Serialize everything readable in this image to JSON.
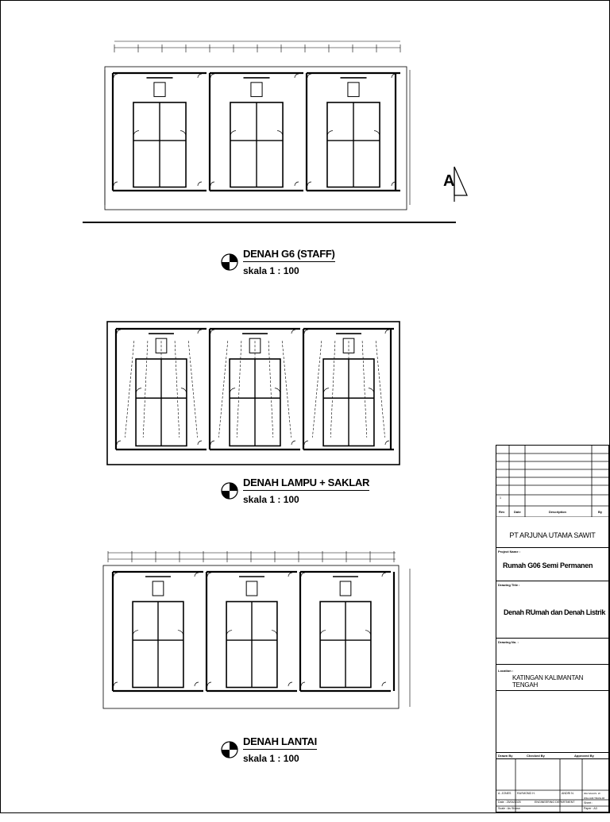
{
  "drawings": [
    {
      "title": "DENAH G6 (STAFF)",
      "scale": "skala 1 : 100"
    },
    {
      "title": "DENAH LAMPU + SAKLAR",
      "scale": "skala 1 : 100"
    },
    {
      "title": "DENAH LANTAI",
      "scale": "skala 1 : 100"
    }
  ],
  "section_marker": "A",
  "title_block": {
    "rev_number": "1",
    "rev_headers": {
      "no": "Rev",
      "date": "Date",
      "description": "Description",
      "by": "By"
    },
    "company": "PT ARJUNA UTAMA SAWIT",
    "project_label": "Project Name :",
    "project": "Rumah G06 Semi Permanen",
    "drawing_title_label": "Drawing Title :",
    "drawing_title": "Denah RUmah dan Denah Listrik",
    "drawing_no_label": "Drawing No. :",
    "location_label": "Location :",
    "location": "KATINGAN KALIMANTAN TENGAH",
    "drawn_by_label": "Drawn By",
    "checked_by_label": "Checked By",
    "approved_by_label": "Approved By",
    "drawn_by": "A. JONES",
    "checked_by": "RAYMOND H.",
    "checked_by_2": "ANDRI N.",
    "approved_by": "IDA SAGUS. W",
    "approved_by_2": "WILLIAM TRASLIM",
    "date": "Date : 25/04/2025",
    "department": "ENGINEERING DEPARTMENT",
    "sheet": "Sheet :",
    "scale": "Scale : As Shown",
    "paper": "Paper : A3"
  }
}
